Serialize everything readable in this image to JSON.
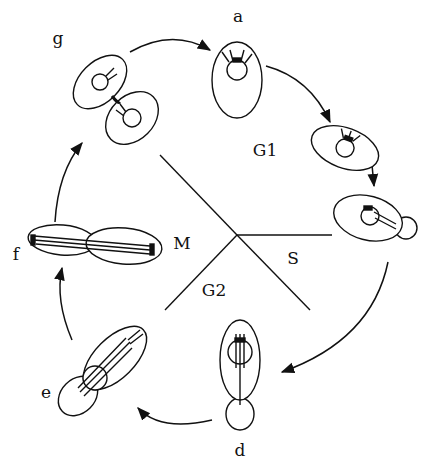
{
  "diagram": {
    "labels": [
      "g",
      "a",
      "G1",
      "S",
      "G2",
      "d",
      "e",
      "M",
      "f"
    ]
  }
}
